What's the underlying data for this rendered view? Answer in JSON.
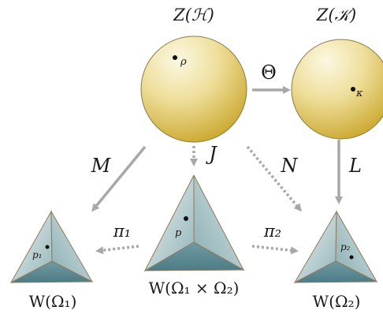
{
  "nodes": {
    "state_space_H": {
      "label": "Z(ℋ)",
      "point_label": "ρ"
    },
    "state_space_K": {
      "label": "Z(𝒦)",
      "point_label": "κ"
    },
    "simplex_1": {
      "label": "W(Ω₁)",
      "point_label": "p₁"
    },
    "simplex_product": {
      "label": "W(Ω₁ × Ω₂)",
      "point_label": "p"
    },
    "simplex_2": {
      "label": "W(Ω₂)",
      "point_label": "p₂"
    }
  },
  "arrows": {
    "theta": {
      "label": "Θ",
      "style": "solid"
    },
    "M": {
      "label": "M",
      "style": "solid"
    },
    "J": {
      "label": "J",
      "style": "dotted"
    },
    "N": {
      "label": "N",
      "style": "dotted"
    },
    "L": {
      "label": "L",
      "style": "solid"
    },
    "pi1": {
      "label": "π₁",
      "style": "dotted"
    },
    "pi2": {
      "label": "π₂",
      "style": "dotted"
    }
  },
  "colors": {
    "arrow": "#a8a8a8",
    "sphere_light": "#fbf8e2",
    "sphere_mid": "#ebd78a",
    "sphere_dark": "#cfab2e",
    "pyramid_light": "#e3ecec",
    "pyramid_mid": "#a6c3c6",
    "pyramid_dark": "#5b8a93",
    "pyramid_edge": "#8f7a5e"
  }
}
